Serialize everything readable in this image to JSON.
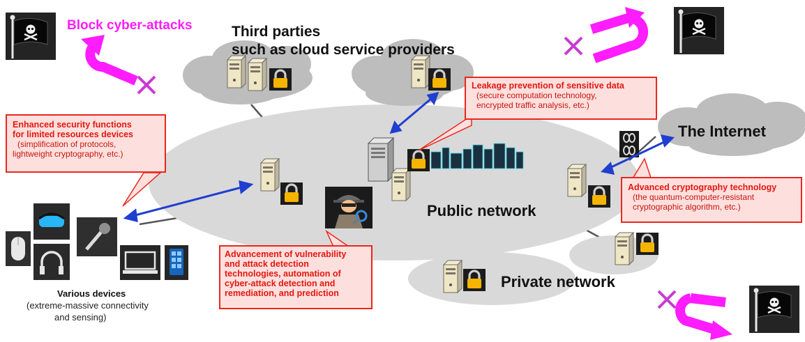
{
  "labels": {
    "block_attacks": "Block cyber-attacks",
    "third_parties_line1": "Third parties",
    "third_parties_line2": "such as cloud service providers",
    "internet": "The Internet",
    "public_network": "Public network",
    "private_network": "Private network",
    "devices_title": "Various devices",
    "devices_line1": "(extreme-massive connectivity",
    "devices_line2": "and sensing)"
  },
  "callouts": {
    "leakage": {
      "title": "Leakage prevention of sensitive data",
      "line1": "(secure computation technology,",
      "line2": "encrypted traffic analysis, etc.)"
    },
    "security_functions": {
      "title1": "Enhanced security functions",
      "title2": "for limited resources devices",
      "line1": "(simplification of protocols,",
      "line2": "lightweight cryptography, etc.)"
    },
    "cryptography": {
      "title": "Advanced cryptography technology",
      "line1": "(the quantum-computer-resistant",
      "line2": "cryptographic algorithm, etc.)"
    },
    "vulnerability": {
      "line1": "Advancement of vulnerability",
      "line2": "and attack detection",
      "line3": "technologies, automation of",
      "line4": "cyber-attack detection and",
      "line5": "remediation, and prediction"
    }
  },
  "icons": [
    "pirate-flag-icon",
    "server-icon",
    "padlock-icon",
    "hacker-icon",
    "vr-headset-icon",
    "microphone-icon",
    "mouse-icon",
    "headphones-icon",
    "laptop-icon",
    "smartphone-icon",
    "chain-link-icon",
    "city-skyline-icon",
    "cloud-icon",
    "u-turn-arrow-icon",
    "cross-mark-icon"
  ],
  "colors": {
    "accent_magenta": "#ff1cff",
    "callout_border": "#e8281f",
    "callout_fill": "#fde0de",
    "callout_text": "#e4160f",
    "link_arrow": "#1f3fd0",
    "network_fill": "#d9d9d9",
    "cloud_fill": "#bdbdbd",
    "padlock": "#f4b400"
  }
}
